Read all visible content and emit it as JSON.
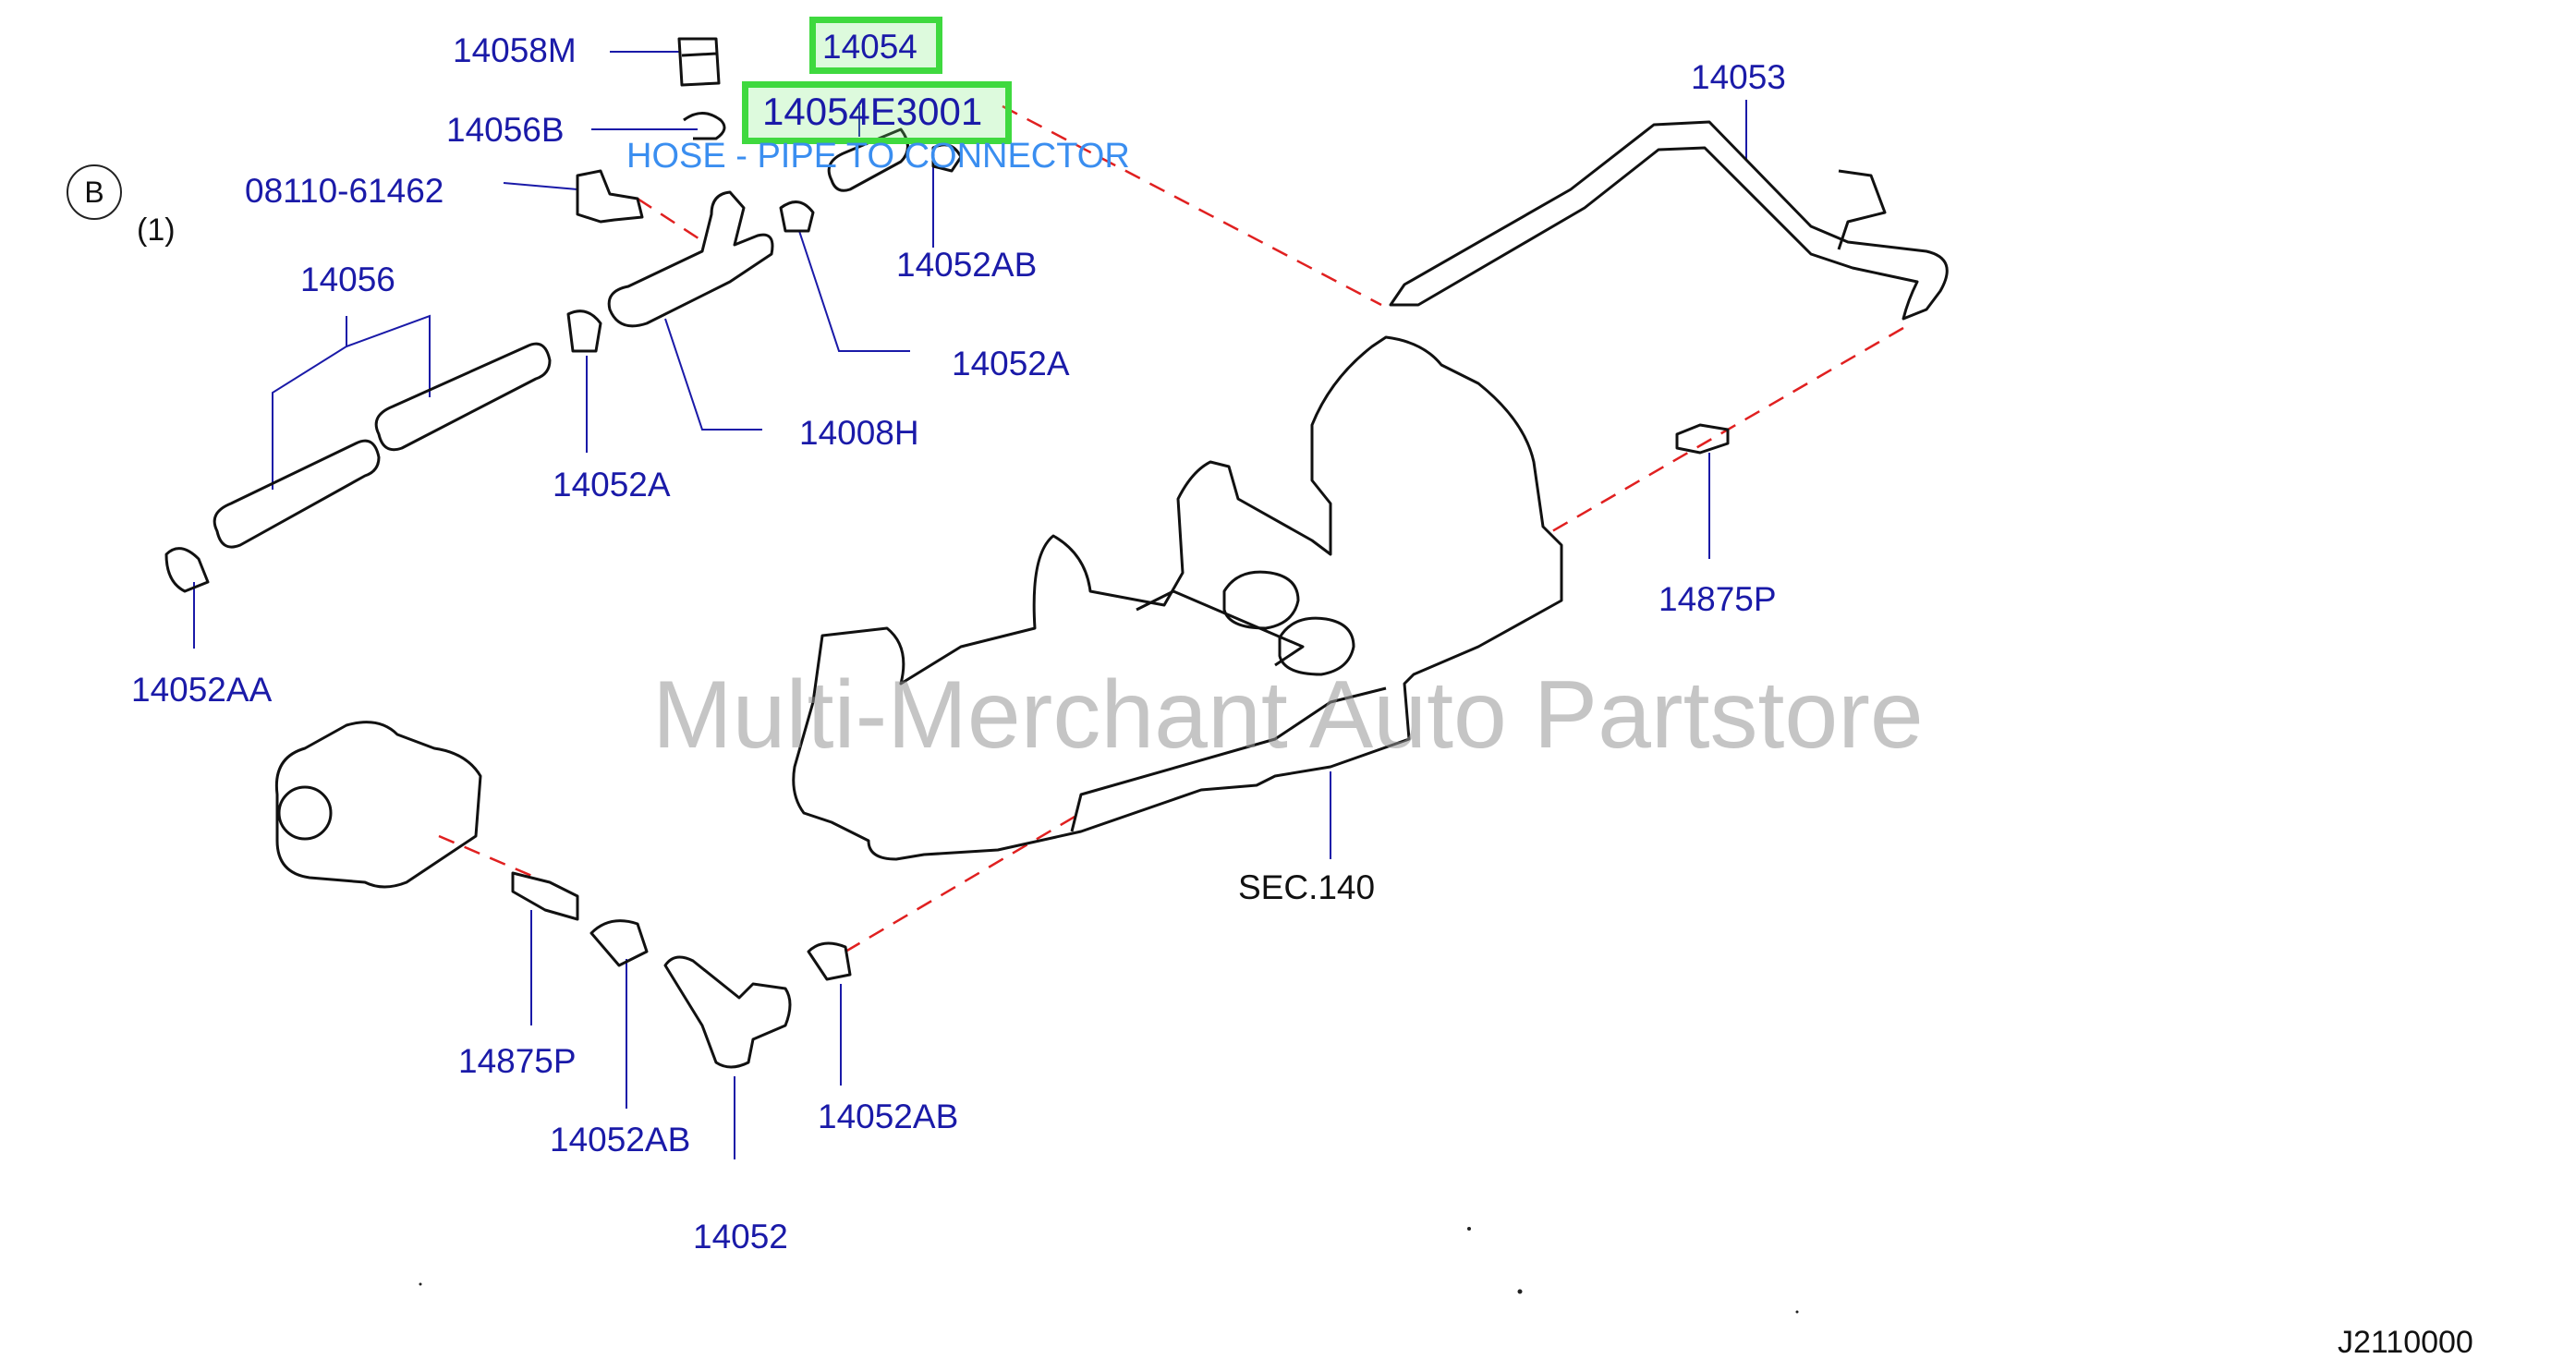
{
  "diagram_code": "J2110000",
  "section_ref": "SEC.140",
  "view_marker": "B",
  "view_note": "(1)",
  "watermark": "Multi-Merchant Auto Partstore",
  "highlight": {
    "part_number": "14054",
    "full_part_number": "14054E3001",
    "tooltip": "HOSE - PIPE TO CONNECTOR",
    "color": "#3fd93f"
  },
  "labels": {
    "l14058M": "14058M",
    "l14056B": "14056B",
    "l08110": "08110-61462",
    "l14056": "14056",
    "l14052A_1": "14052A",
    "l14008H": "14008H",
    "l14052A_2": "14052A",
    "l14052AB_1": "14052AB",
    "l14053": "14053",
    "l14875P_1": "14875P",
    "l14052AA": "14052AA",
    "l14875P_2": "14875P",
    "l14052AB_2": "14052AB",
    "l14052": "14052",
    "l14052AB_3": "14052AB"
  },
  "colors": {
    "label": "#1a1aa8",
    "leader": "#1a1aa8",
    "dash": "#e02020",
    "line": "#111111"
  }
}
